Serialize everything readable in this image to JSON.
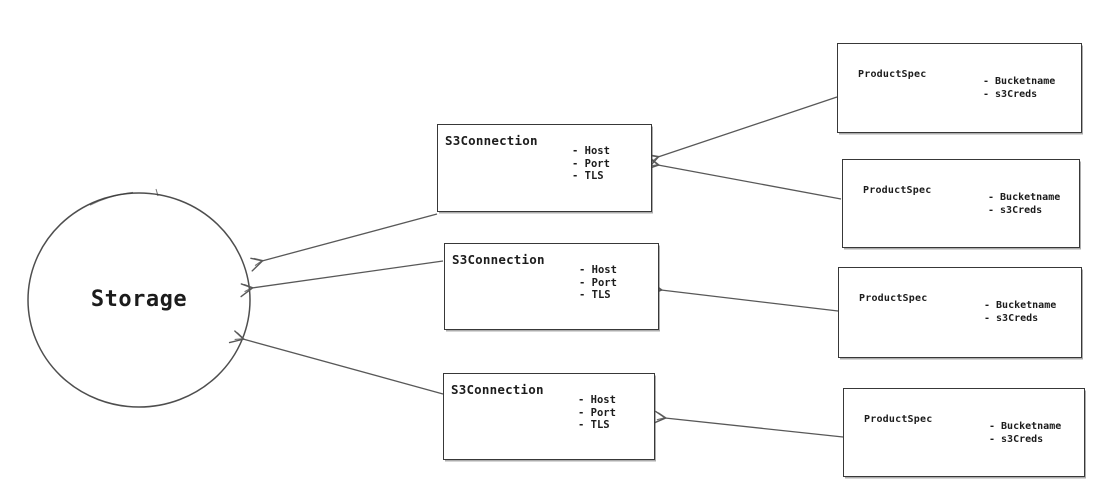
{
  "colors": {
    "background": "#ffffff",
    "line_stroke": "#585858",
    "box_border": "#383838",
    "text": "#1c1c1c"
  },
  "storage": {
    "label": "Storage"
  },
  "s3_connections": [
    {
      "title": "S3Connection",
      "attributes": [
        "- Host",
        "- Port",
        "- TLS"
      ]
    },
    {
      "title": "S3Connection",
      "attributes": [
        "- Host",
        "- Port",
        "- TLS"
      ]
    },
    {
      "title": "S3Connection",
      "attributes": [
        "- Host",
        "- Port",
        "- TLS"
      ]
    }
  ],
  "product_specs": [
    {
      "title": "ProductSpec",
      "attributes": [
        "- Bucketname",
        "- s3Creds"
      ]
    },
    {
      "title": "ProductSpec",
      "attributes": [
        "- Bucketname",
        "- s3Creds"
      ]
    },
    {
      "title": "ProductSpec",
      "attributes": [
        "- Bucketname",
        "- s3Creds"
      ]
    },
    {
      "title": "ProductSpec",
      "attributes": [
        "- Bucketname",
        "- s3Creds"
      ]
    }
  ],
  "connections": [
    {
      "from": "ProductSpec-1",
      "to": "S3Connection-1"
    },
    {
      "from": "ProductSpec-2",
      "to": "S3Connection-1"
    },
    {
      "from": "ProductSpec-3",
      "to": "S3Connection-2"
    },
    {
      "from": "ProductSpec-4",
      "to": "S3Connection-3"
    },
    {
      "from": "S3Connection-1",
      "to": "Storage"
    },
    {
      "from": "S3Connection-2",
      "to": "Storage"
    },
    {
      "from": "S3Connection-3",
      "to": "Storage"
    }
  ]
}
